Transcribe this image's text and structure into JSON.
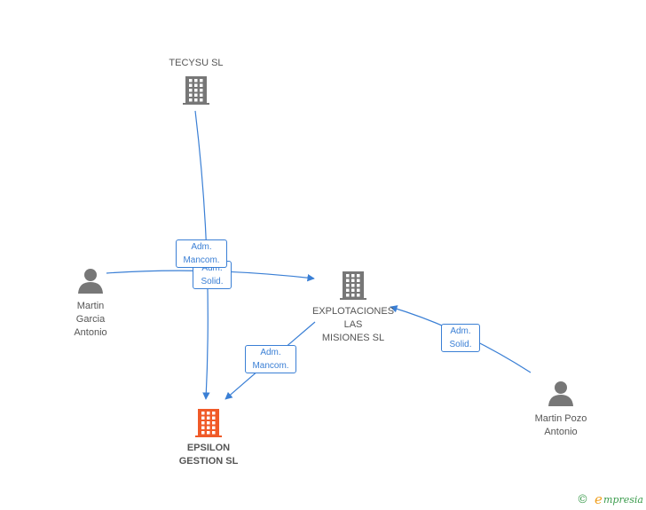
{
  "diagram": {
    "nodes": [
      {
        "id": "tecysu",
        "kind": "company",
        "label_lines": [
          "TECYSU SL"
        ],
        "focus": false
      },
      {
        "id": "martin_garcia",
        "kind": "person",
        "label_lines": [
          "Martin",
          "Garcia",
          "Antonio"
        ],
        "focus": false
      },
      {
        "id": "explotaciones",
        "kind": "company",
        "label_lines": [
          "EXPLOTACIONES",
          "LAS",
          "MISIONES SL"
        ],
        "focus": false
      },
      {
        "id": "epsilon",
        "kind": "company",
        "label_lines": [
          "EPSILON",
          "GESTION SL"
        ],
        "focus": true
      },
      {
        "id": "martin_pozo",
        "kind": "person",
        "label_lines": [
          "Martin Pozo",
          "Antonio"
        ],
        "focus": false
      }
    ],
    "edges": [
      {
        "from": "tecysu",
        "to": "epsilon",
        "label_lines": [
          "Adm.",
          "Mancom."
        ]
      },
      {
        "from": "martin_garcia",
        "to": "explotaciones",
        "label_lines": [
          "Adm.",
          "Solid."
        ]
      },
      {
        "from": "explotaciones",
        "to": "epsilon",
        "label_lines": [
          "Adm.",
          "Mancom."
        ]
      },
      {
        "from": "martin_pozo",
        "to": "explotaciones",
        "label_lines": [
          "Adm.",
          "Solid."
        ]
      }
    ]
  },
  "colors": {
    "edge": "#3a7fd5",
    "node_icon": "#777777",
    "focus_icon": "#f05a28",
    "text": "#555555"
  },
  "brand": {
    "copyright": "©",
    "initial": "e",
    "rest": "mpresia"
  }
}
